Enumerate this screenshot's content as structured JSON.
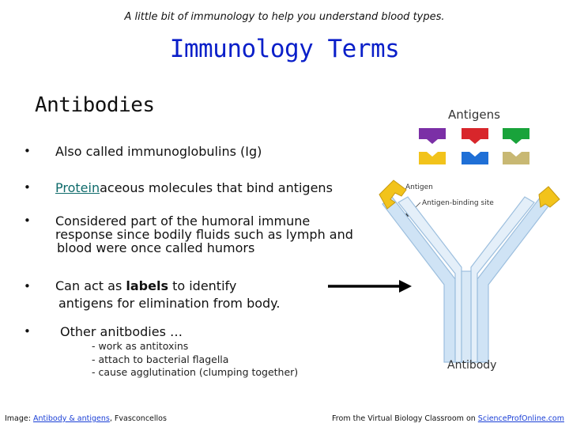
{
  "header": {
    "note": "A little bit of immunology to help you understand blood types.",
    "title": "Immunology Terms"
  },
  "section": {
    "title": "Antibodies"
  },
  "bullets": {
    "b1": "Also called immunoglobulins (Ig)",
    "b2_link": "Protein",
    "b2_rest": "aceous molecules that bind antigens",
    "b3_line1": "Considered part of the humoral immune",
    "b3_line2": "response since bodily fluids such as lymph and",
    "b3_line3": "blood were once called humors",
    "b4_pre": "Can act as ",
    "b4_bold": "labels",
    "b4_post": " to identify",
    "b4_line2": "antigens for elimination from body.",
    "b5": "Other anitbodies …",
    "sub_items": [
      "- work as antitoxins",
      "- attach to bacterial flagella",
      "- cause agglutination (clumping together)"
    ],
    "dot": "•"
  },
  "diagram": {
    "antigens_label": "Antigens",
    "antigen_label": "Antigen",
    "binding_site_label": "Antigen-binding site",
    "antibody_label": "Antibody",
    "colors": {
      "purple": "#7b2fa6",
      "red": "#d8262b",
      "green": "#19a33b",
      "yellow": "#f2c31b",
      "blue": "#1f6fd6",
      "tan": "#c8b873",
      "antibody_light": "#d4e6f7",
      "antibody_dark": "#9dbfde"
    }
  },
  "footer": {
    "left_prefix": "Image: ",
    "left_link": "Antibody & antigens",
    "left_suffix": ", Fvasconcellos",
    "right_prefix": "From the Virtual Biology Classroom on ",
    "right_link": "ScienceProfOnline.com"
  }
}
